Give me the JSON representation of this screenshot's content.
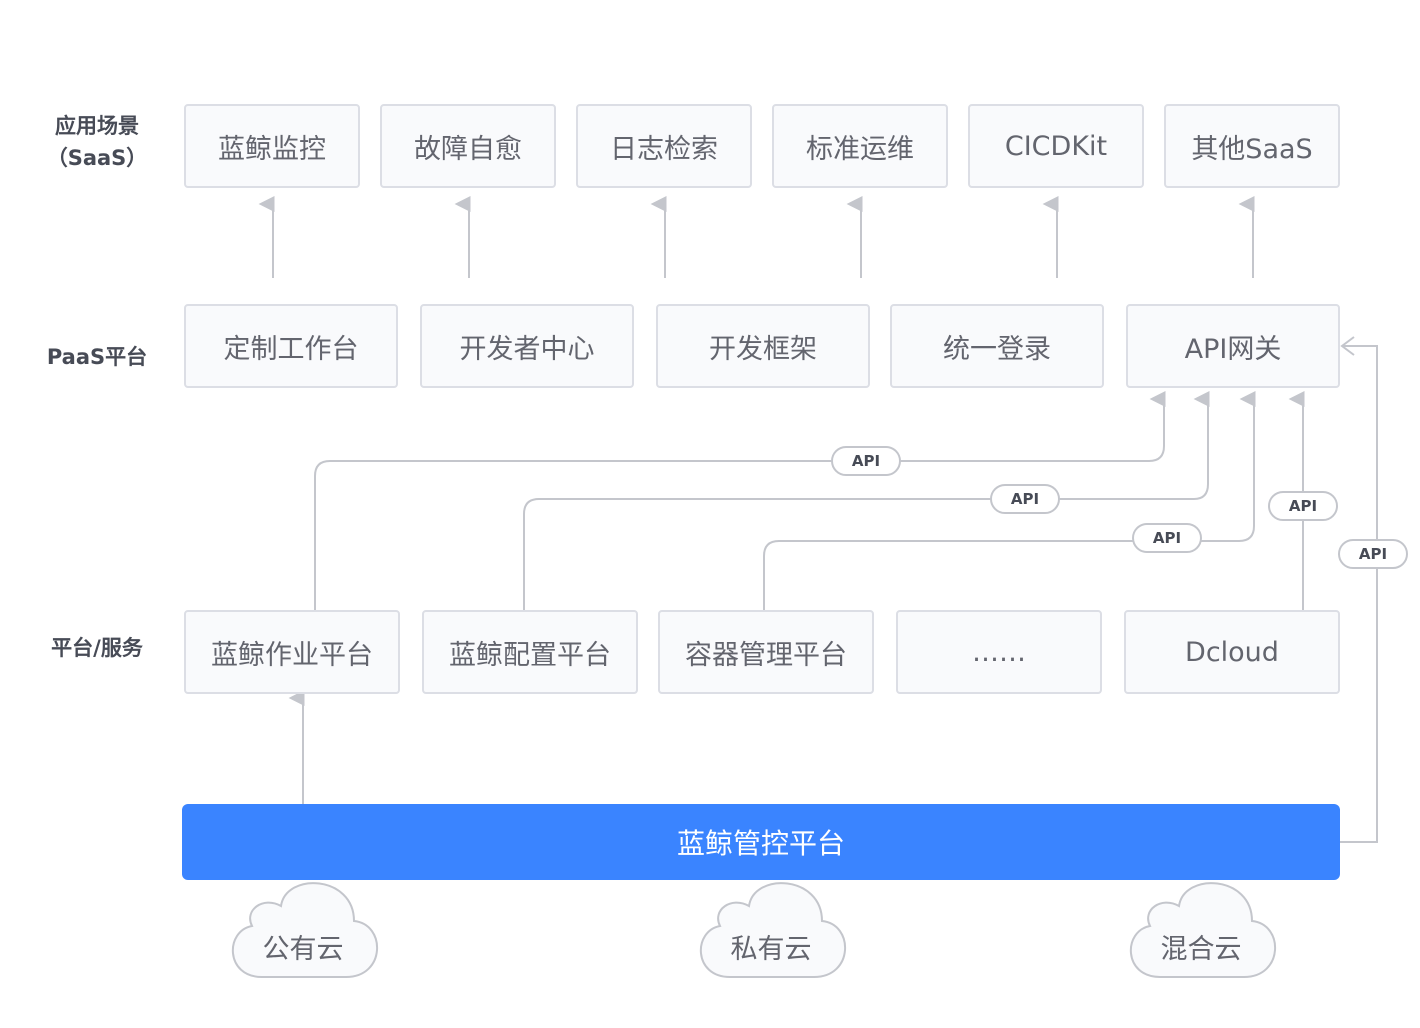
{
  "rows": {
    "saas": {
      "label_line1": "应用场景",
      "label_line2": "（SaaS）"
    },
    "paas": {
      "label": "PaaS平台"
    },
    "platform": {
      "label": "平台/服务"
    }
  },
  "saas_items": [
    "蓝鲸监控",
    "故障自愈",
    "日志检索",
    "标准运维",
    "CICDKit",
    "其他SaaS"
  ],
  "paas_items": [
    "定制工作台",
    "开发者中心",
    "开发框架",
    "统一登录",
    "API网关"
  ],
  "platform_items": [
    "蓝鲸作业平台",
    "蓝鲸配置平台",
    "容器管理平台",
    "……",
    "Dcloud"
  ],
  "api_label": "API",
  "control_platform": "蓝鲸管控平台",
  "clouds": [
    "公有云",
    "私有云",
    "混合云"
  ],
  "colors": {
    "accent": "#3a84ff",
    "box_border": "#dcdee5",
    "box_fill": "#f9fafc",
    "text": "#63656e",
    "line": "#c4c6cc"
  }
}
